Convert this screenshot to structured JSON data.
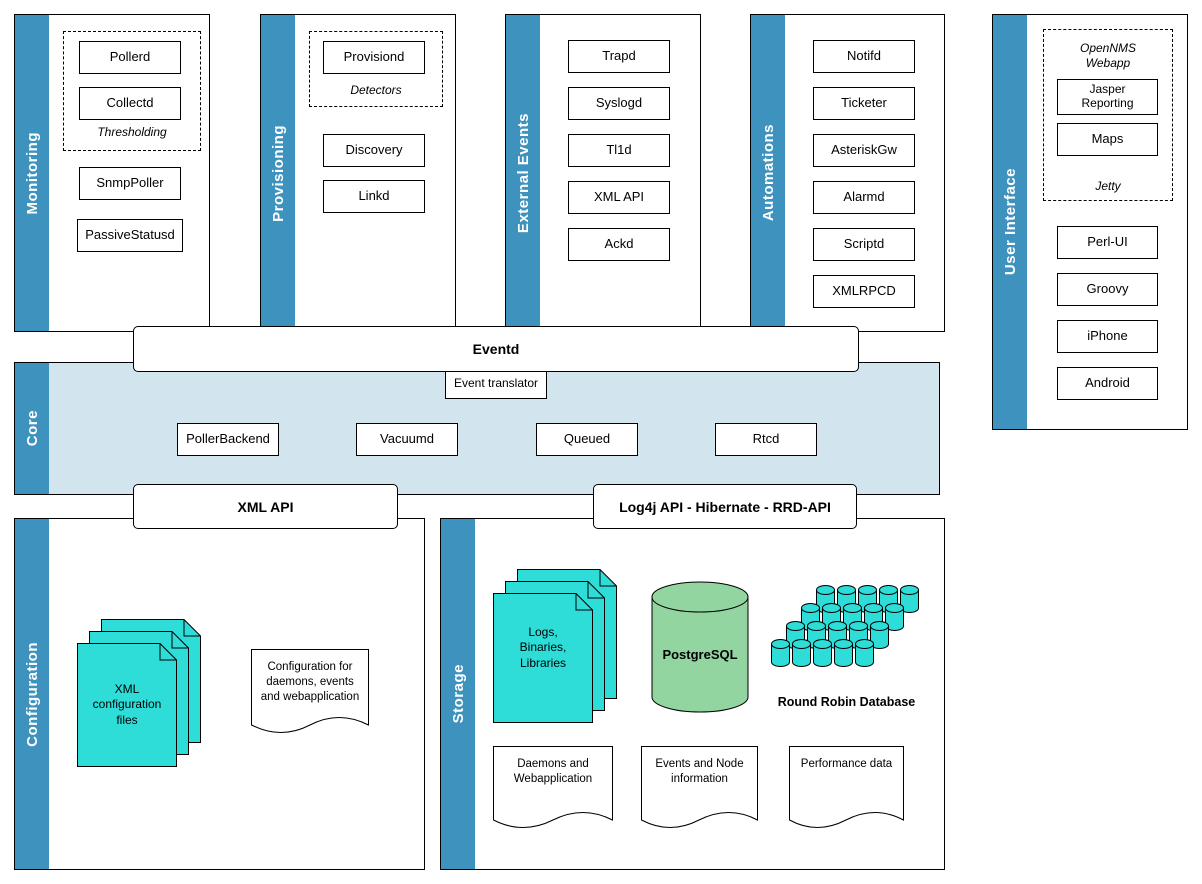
{
  "diagram": {
    "monitoring": {
      "label": "Monitoring",
      "group": {
        "caption": "Thresholding",
        "items": [
          "Pollerd",
          "Collectd"
        ]
      },
      "items": [
        "SnmpPoller",
        "PassiveStatusd"
      ]
    },
    "provisioning": {
      "label": "Provisioning",
      "group": {
        "caption": "Detectors",
        "items": [
          "Provisiond"
        ]
      },
      "items": [
        "Discovery",
        "Linkd"
      ]
    },
    "external_events": {
      "label": "External Events",
      "items": [
        "Trapd",
        "Syslogd",
        "Tl1d",
        "XML API",
        "Ackd"
      ]
    },
    "automations": {
      "label": "Automations",
      "items": [
        "Notifd",
        "Ticketer",
        "AsteriskGw",
        "Alarmd",
        "Scriptd",
        "XMLRPCD"
      ]
    },
    "user_interface": {
      "label": "User Interface",
      "group": {
        "title": "OpenNMS\nWebapp",
        "caption": "Jetty",
        "items": [
          "Jasper\nReporting",
          "Maps"
        ]
      },
      "items": [
        "Perl-UI",
        "Groovy",
        "iPhone",
        "Android"
      ]
    },
    "core": {
      "label": "Core",
      "eventd": "Eventd",
      "event_translator": "Event translator",
      "items": [
        "PollerBackend",
        "Vacuumd",
        "Queued",
        "Rtcd"
      ],
      "xml_api": "XML API",
      "log4j": "Log4j API - Hibernate - RRD-API"
    },
    "configuration": {
      "label": "Configuration",
      "xml_files": "XML\nconfiguration\nfiles",
      "config_doc": "Configuration for\ndaemons, events\nand webapplication"
    },
    "storage": {
      "label": "Storage",
      "logs": "Logs,\nBinaries,\nLibraries",
      "postgresql": "PostgreSQL",
      "rrd_label": "Round Robin Database",
      "docs": [
        "Daemons and\nWebapplication",
        "Events and Node\ninformation",
        "Performance data"
      ]
    }
  },
  "colors": {
    "section_blue": "#3E92BE",
    "core_band": "#D2E5EF",
    "document_cyan": "#2EDCD8",
    "database_green": "#93D5A1"
  }
}
